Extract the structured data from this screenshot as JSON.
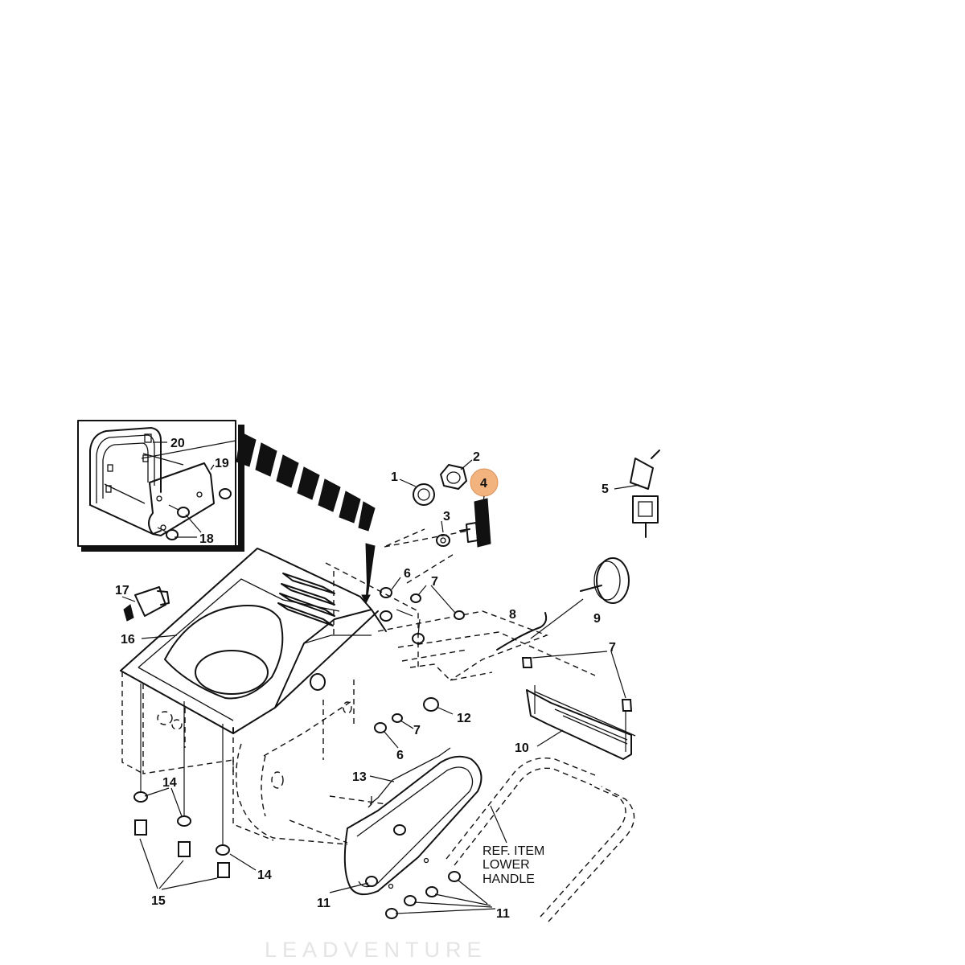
{
  "diagram": {
    "highlight_color": "#f2b37f",
    "watermark": "LEADVENTURE",
    "reference_note": [
      "REF. ITEM",
      "LOWER",
      "HANDLE"
    ],
    "callouts": {
      "c1": "1",
      "c2": "2",
      "c3": "3",
      "c4": "4",
      "c5": "5",
      "c6a": "6",
      "c6b": "6",
      "c7a": "7",
      "c7b": "7",
      "c7c": "7",
      "c8": "8",
      "c9": "9",
      "c10": "10",
      "c11a": "11",
      "c11b": "11",
      "c12": "12",
      "c13": "13",
      "c14a": "14",
      "c14b": "14",
      "c15": "15",
      "c16": "16",
      "c17": "17",
      "c18": "18",
      "c19": "19",
      "c20": "20"
    },
    "highlighted_part": "4"
  }
}
